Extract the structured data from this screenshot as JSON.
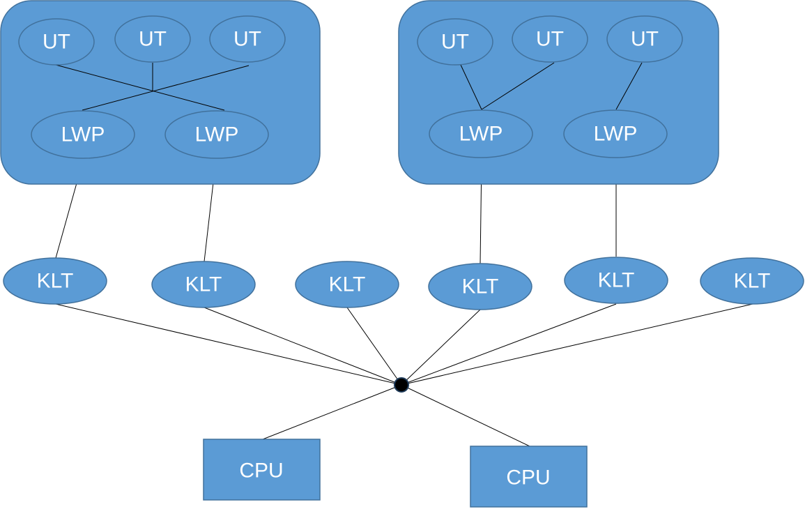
{
  "labels": {
    "user_thread": "UT",
    "lwp": "LWP",
    "kernel_thread": "KLT",
    "cpu": "CPU"
  },
  "colors": {
    "shape_fill": "#5b9bd5",
    "shape_stroke": "#41719c",
    "line": "#000000",
    "text": "#ffffff"
  }
}
